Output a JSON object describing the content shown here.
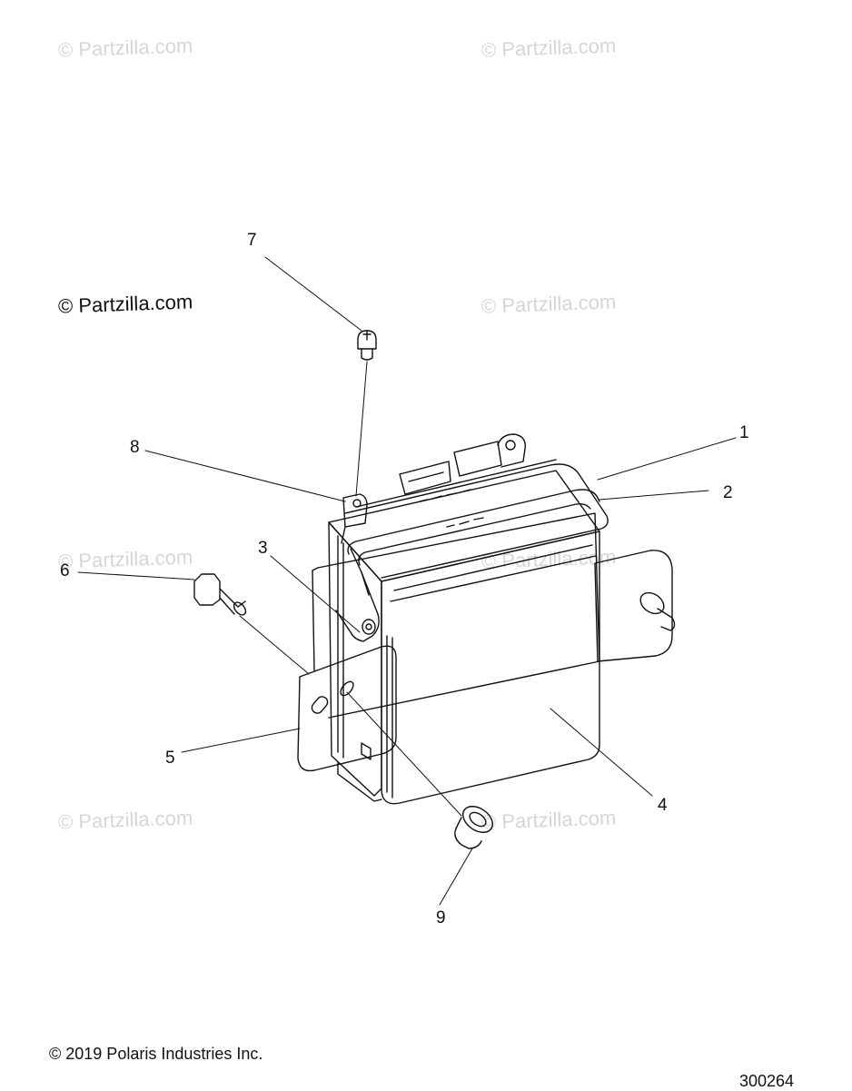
{
  "watermarks": {
    "text": "© Partzilla.com",
    "main_text": "© Partzilla.com"
  },
  "callouts": {
    "c1": "1",
    "c2": "2",
    "c3": "3",
    "c4": "4",
    "c5": "5",
    "c6": "6",
    "c7": "7",
    "c8": "8",
    "c9": "9"
  },
  "footer": {
    "copyright": "© 2019 Polaris Industries Inc.",
    "figure_number": "300264"
  },
  "colors": {
    "line": "#111111",
    "watermark": "#d6d6d6",
    "background": "#ffffff"
  }
}
